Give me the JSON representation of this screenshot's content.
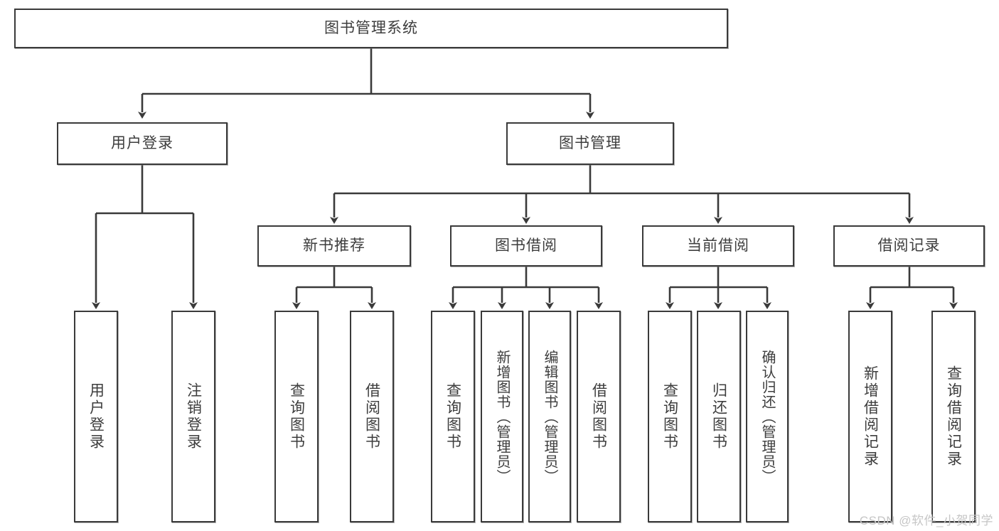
{
  "diagram": {
    "title": "图书管理系统",
    "type": "tree-hierarchy",
    "root": {
      "label": "图书管理系统"
    },
    "level2": [
      {
        "label": "用户登录"
      },
      {
        "label": "图书管理"
      }
    ],
    "level3": [
      {
        "label": "新书推荐"
      },
      {
        "label": "图书借阅"
      },
      {
        "label": "当前借阅"
      },
      {
        "label": "借阅记录"
      }
    ],
    "leaves": {
      "user_login": [
        {
          "label": "用户登录"
        },
        {
          "label": "注销登录"
        }
      ],
      "new_book_recommend": [
        {
          "label": "查询图书"
        },
        {
          "label": "借阅图书"
        }
      ],
      "book_borrow": [
        {
          "label": "查询图书"
        },
        {
          "label": "新增图书（管理员）"
        },
        {
          "label": "编辑图书（管理员）"
        },
        {
          "label": "借阅图书"
        }
      ],
      "current_borrow": [
        {
          "label": "查询图书"
        },
        {
          "label": "归还图书"
        },
        {
          "label": "确认归还（管理员）"
        }
      ],
      "borrow_record": [
        {
          "label": "新增借阅记录"
        },
        {
          "label": "查询借阅记录"
        }
      ]
    }
  },
  "watermark": {
    "text": "CSDN @软件_小贺同学"
  },
  "colors": {
    "border": "#3a3a3a",
    "background": "#ffffff",
    "text": "#3d3d3d",
    "watermark": "#c6c6c6"
  }
}
